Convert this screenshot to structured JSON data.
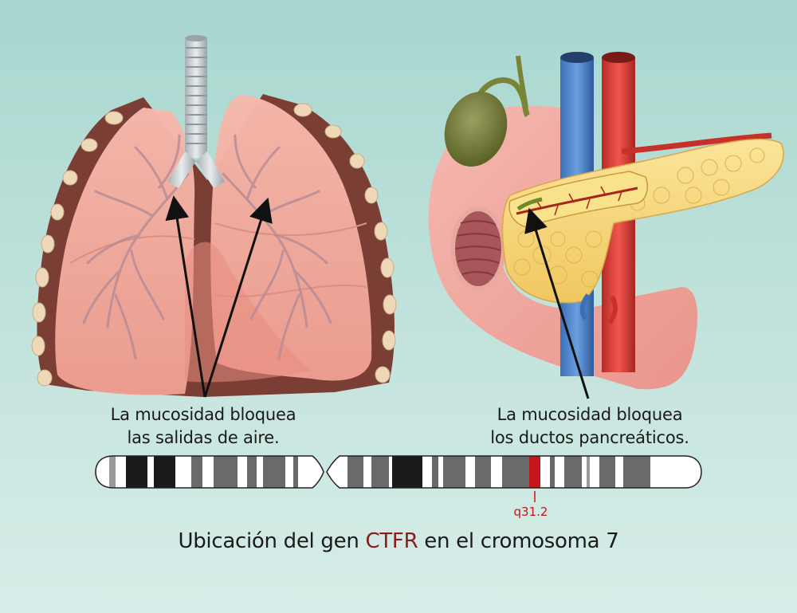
{
  "captions": {
    "lungs_line1": "La mucosidad bloquea",
    "lungs_line2": "las salidas de aire.",
    "pancreas_line1": "La mucosidad bloquea",
    "pancreas_line2": "los ductos pancreáticos."
  },
  "chromosome": {
    "band_label": "q31.2"
  },
  "footer": {
    "prefix": "Ubicación del gen ",
    "gene": "CTFR",
    "suffix": " en el cromosoma 7"
  },
  "colors": {
    "highlight": "#c4161c",
    "gene_text": "#8b1a1a",
    "background_top": "#a7d7cf",
    "background_bottom": "#d7ede8"
  }
}
